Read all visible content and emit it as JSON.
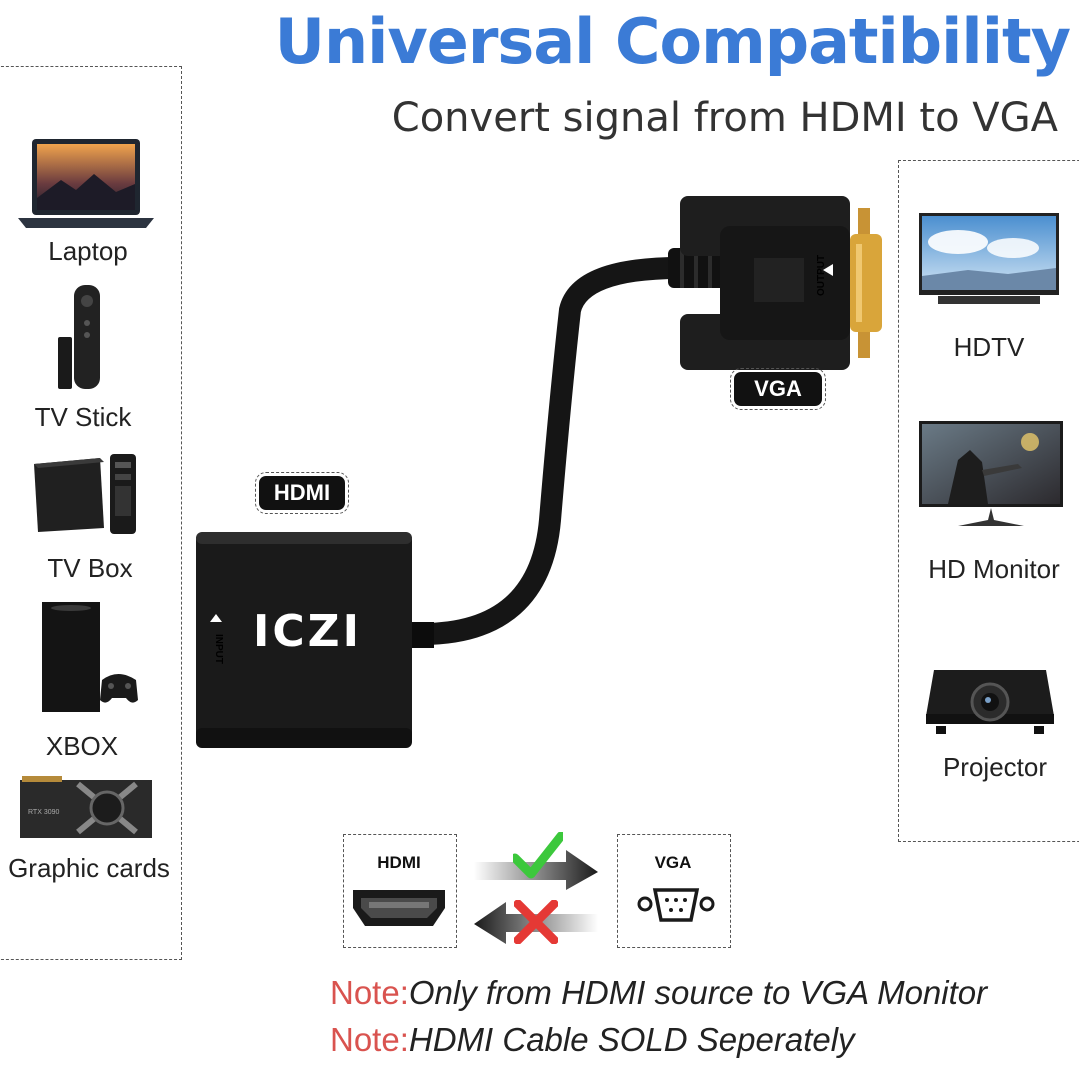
{
  "header": {
    "title": "Universal Compatibility",
    "subtitle": "Convert signal from HDMI to VGA"
  },
  "colors": {
    "title": "#3b7bd6",
    "subtitle": "#333333",
    "note_prefix": "#d9534f",
    "check": "#3cc83c",
    "cross": "#e53935"
  },
  "sources": [
    {
      "label": "Laptop",
      "icon": "laptop-icon"
    },
    {
      "label": "TV Stick",
      "icon": "tv-stick-icon"
    },
    {
      "label": "TV Box",
      "icon": "tv-box-icon"
    },
    {
      "label": "XBOX",
      "icon": "xbox-icon"
    },
    {
      "label": "Graphic cards",
      "icon": "graphics-card-icon"
    }
  ],
  "displays": [
    {
      "label": "HDTV",
      "icon": "hdtv-icon"
    },
    {
      "label": "HD Monitor",
      "icon": "monitor-icon"
    },
    {
      "label": "Projector",
      "icon": "projector-icon"
    }
  ],
  "adapter": {
    "hdmi_tag": "HDMI",
    "vga_tag": "VGA",
    "brand": "ICZI",
    "input_label": "INPUT",
    "output_label": "OUTPUT"
  },
  "flow": {
    "hdmi_label": "HDMI",
    "vga_label": "VGA"
  },
  "notes": [
    {
      "prefix": "Note:",
      "text": "Only from HDMI source to VGA Monitor"
    },
    {
      "prefix": "Note:",
      "text": "HDMI Cable SOLD Seperately"
    }
  ]
}
